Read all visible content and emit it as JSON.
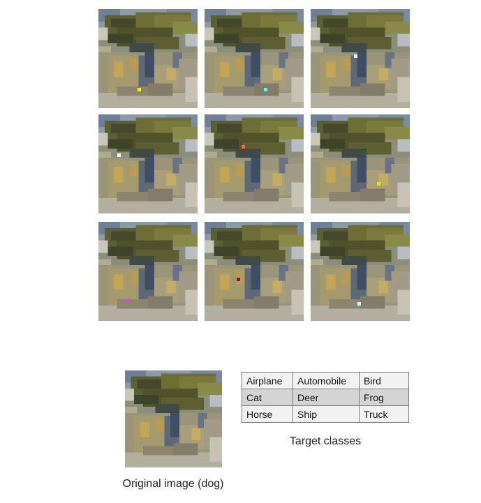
{
  "tiles": [
    {
      "pixel_color": "#ffee00"
    },
    {
      "pixel_color": "#66f0f0"
    },
    {
      "pixel_color": "#f2f2f2"
    },
    {
      "pixel_color": "#ffffff"
    },
    {
      "pixel_color": "#d9705a"
    },
    {
      "pixel_color": "#e6e000"
    },
    {
      "pixel_color": "#cc55cc"
    },
    {
      "pixel_color": "#6a1e6a"
    },
    {
      "pixel_color": "#c8fafa"
    }
  ],
  "original": {
    "caption": "Original image (dog)"
  },
  "target_classes": {
    "caption": "Target classes",
    "rows": [
      [
        "Airplane",
        "Automobile",
        "Bird"
      ],
      [
        "Cat",
        "Deer",
        "Frog"
      ],
      [
        "Horse",
        "Ship",
        "Truck"
      ]
    ]
  }
}
